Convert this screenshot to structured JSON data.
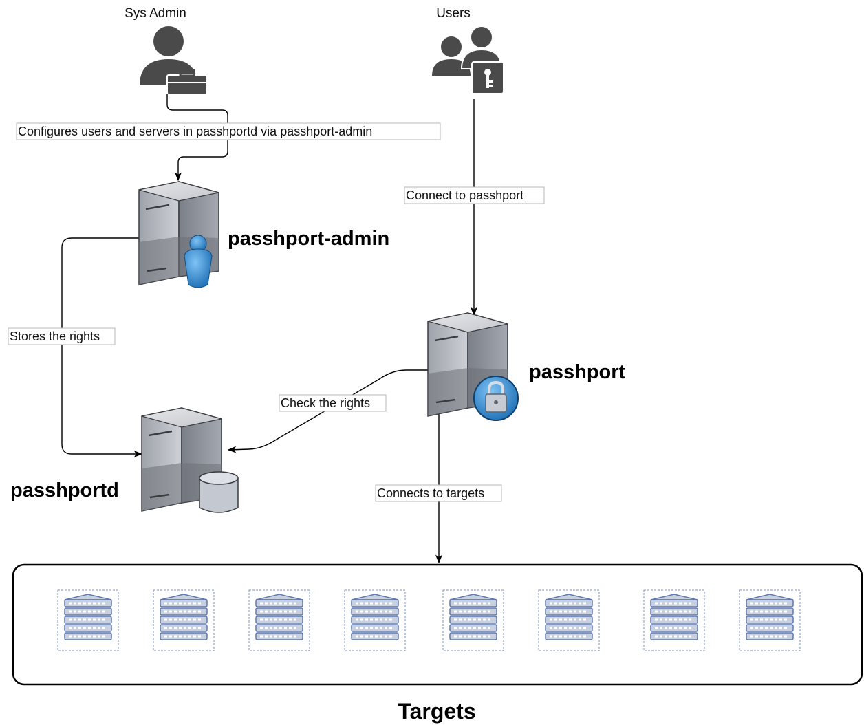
{
  "actors": {
    "sys_admin": {
      "label": "Sys Admin",
      "icon": "admin-toolbox-icon"
    },
    "users": {
      "label": "Users",
      "icon": "users-key-icon"
    }
  },
  "nodes": {
    "passhport_admin": {
      "label": "passhport-admin",
      "icon": "server-user-icon"
    },
    "passhport": {
      "label": "passhport",
      "icon": "server-lock-icon"
    },
    "passhportd": {
      "label": "passhportd",
      "icon": "server-database-icon"
    }
  },
  "edges": {
    "configures": "Configures users and  servers in passhportd via passhport-admin",
    "connect": "Connect to passhport",
    "stores": "Stores the rights",
    "check": "Check the rights",
    "connects_targets": "Connects to targets"
  },
  "targets": {
    "label": "Targets",
    "count": 8,
    "icon": "rack-server-icon"
  },
  "colors": {
    "server_light": "#c9ccd3",
    "server_dark": "#8a8e96",
    "badge_blue": "#2f86d1",
    "rack_blue": "#5f79ad"
  }
}
